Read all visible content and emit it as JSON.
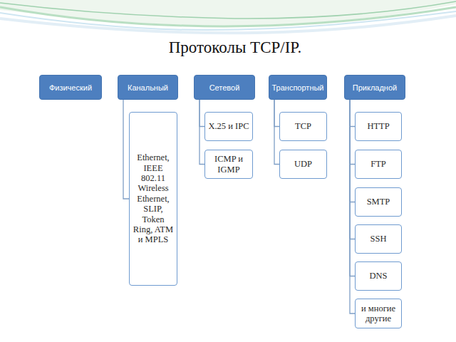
{
  "diagram": {
    "title": "Протоколы TCP/IP.",
    "nodes": [
      {
        "text": [
          "Физический"
        ]
      },
      {
        "text": [
          "Канальный"
        ]
      },
      {
        "text": [
          "Ethernet, IEEE 802.11 Wireless Ethernet, SLIP, Token Ring, ATM и MPLS"
        ]
      },
      {
        "text": [
          "Сетевой"
        ]
      },
      {
        "text": [
          "X.25 и IPC"
        ]
      },
      {
        "text": [
          "ICMP и IGMP"
        ]
      },
      {
        "text": [
          "Транспортный"
        ]
      },
      {
        "text": [
          "TCP"
        ]
      },
      {
        "text": [
          "UDP"
        ]
      },
      {
        "text": [
          "Прикладной"
        ]
      },
      {
        "text": [
          "HTTP"
        ]
      },
      {
        "text": [
          "FTP"
        ]
      },
      {
        "text": [
          "SMTP"
        ]
      },
      {
        "text": [
          "SSH"
        ]
      },
      {
        "text": [
          "DNS"
        ]
      },
      {
        "text": [
          "и многие другие"
        ]
      }
    ],
    "edges": [
      {
        "from": 1,
        "to": 2,
        "arrow": "none"
      },
      {
        "from": 3,
        "to": 4,
        "arrow": "none"
      },
      {
        "from": 3,
        "to": 5,
        "arrow": "none"
      },
      {
        "from": 6,
        "to": 7,
        "arrow": "none"
      },
      {
        "from": 6,
        "to": 8,
        "arrow": "none"
      },
      {
        "from": 9,
        "to": 10,
        "arrow": "none"
      },
      {
        "from": 9,
        "to": 11,
        "arrow": "none"
      },
      {
        "from": 9,
        "to": 12,
        "arrow": "none"
      },
      {
        "from": 9,
        "to": 13,
        "arrow": "none"
      },
      {
        "from": 9,
        "to": 14,
        "arrow": "none"
      },
      {
        "from": 9,
        "to": 15,
        "arrow": "none"
      }
    ]
  }
}
